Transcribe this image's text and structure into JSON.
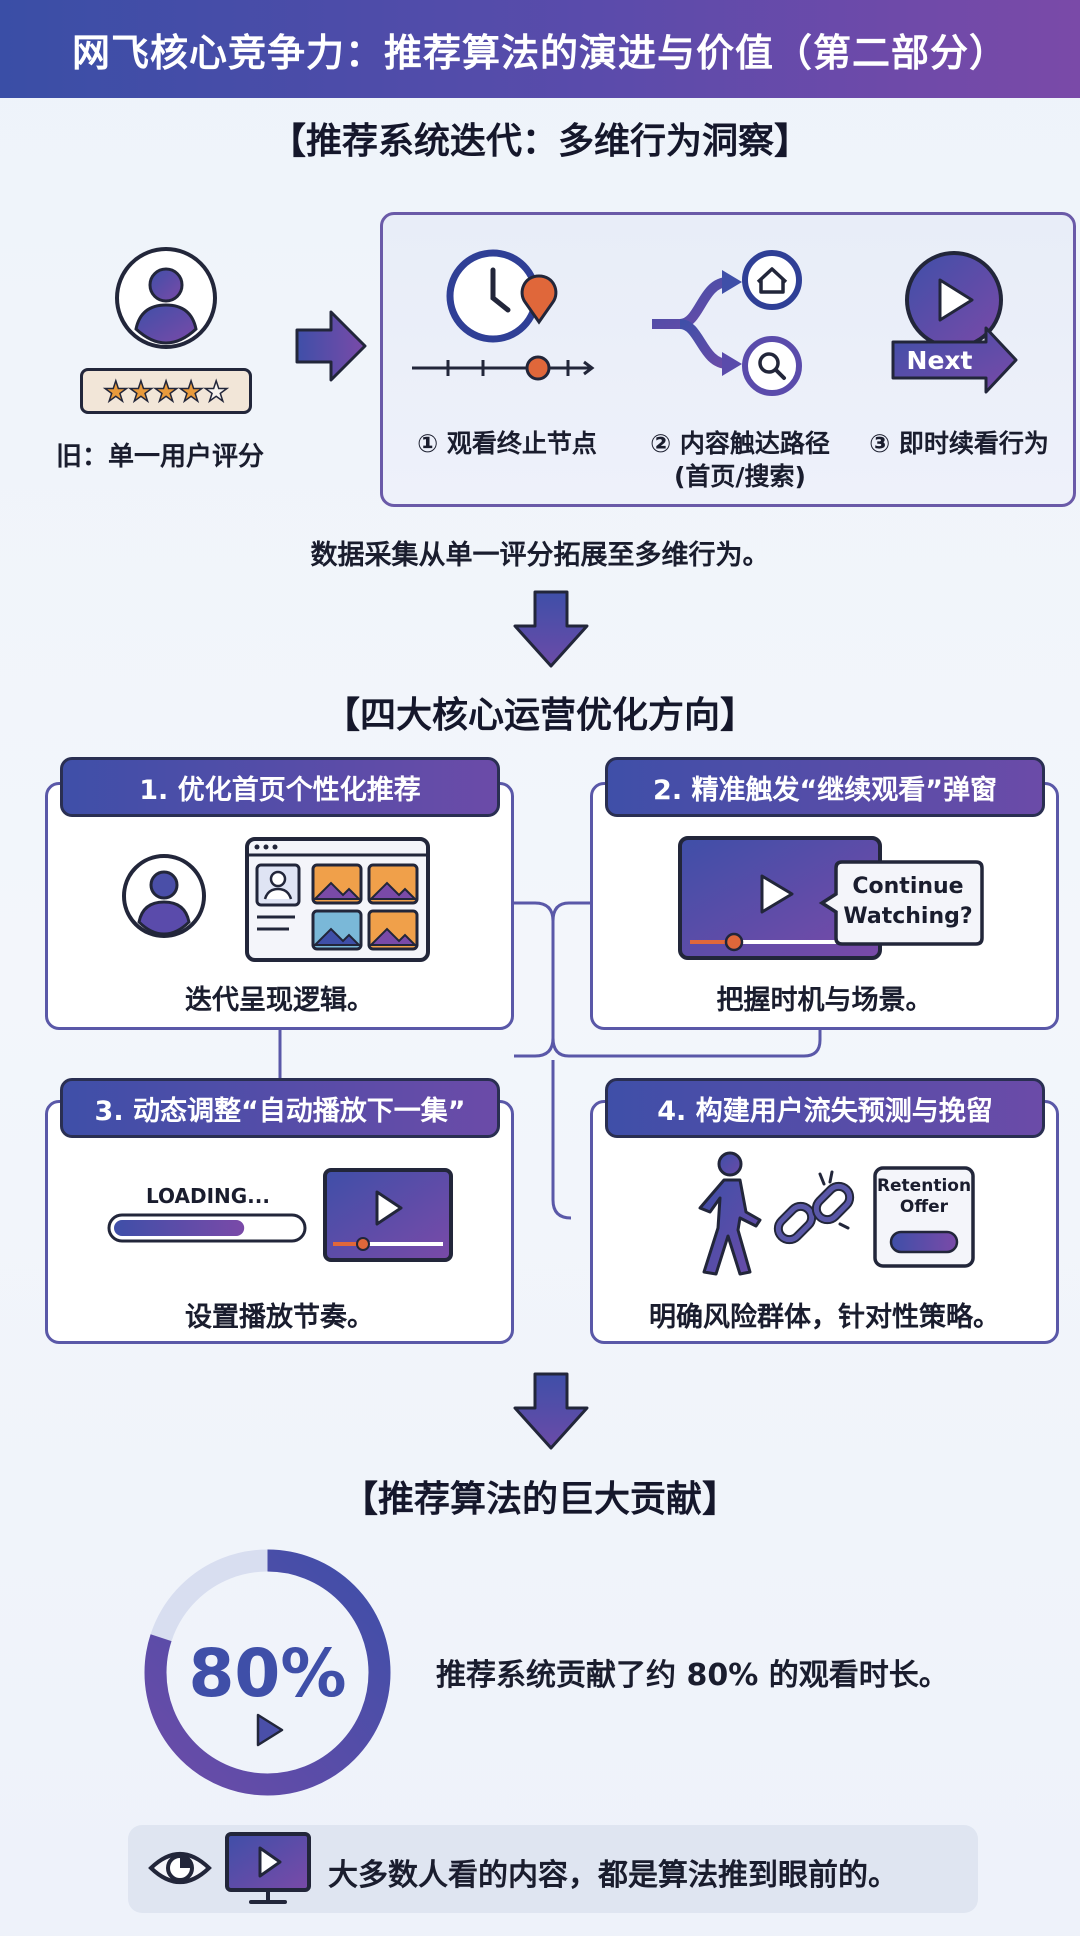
{
  "header": {
    "title": "网飞核心竞争力：推荐算法的演进与价值（第二部分）"
  },
  "section1": {
    "heading": "【推荐系统迭代：多维行为洞察】",
    "old_label": "旧：单一用户评分",
    "rating_stars": 4,
    "rating_max": 5,
    "panels": [
      {
        "label": "① 观看终止节点"
      },
      {
        "label_line1": "② 内容触达路径",
        "label_line2": "(首页/搜索)"
      },
      {
        "label": "③ 即时续看行为",
        "badge": "Next"
      }
    ],
    "caption": "数据采集从单一评分拓展至多维行为。"
  },
  "section2": {
    "heading": "【四大核心运营优化方向】",
    "cards": [
      {
        "title": "1. 优化首页个性化推荐",
        "caption": "迭代呈现逻辑。"
      },
      {
        "title": "2. 精准触发“继续观看”弹窗",
        "caption": "把握时机与场景。",
        "bubble_line1": "Continue",
        "bubble_line2": "Watching?"
      },
      {
        "title": "3. 动态调整“自动播放下一集”",
        "caption": "设置播放节奏。",
        "loading": "LOADING...",
        "loading_progress": 0.7
      },
      {
        "title": "4. 构建用户流失预测与挽留",
        "caption": "明确风险群体，针对性策略。",
        "offer_line1": "Retention",
        "offer_line2": "Offer"
      }
    ]
  },
  "section3": {
    "heading": "【推荐算法的巨大贡献】",
    "stat_value": "80%",
    "stat_fraction": 0.8,
    "stat_text": "推荐系统贡献了约 80% 的观看时长。",
    "footer_text": "大多数人看的内容，都是算法推到眼前的。"
  },
  "colors": {
    "primary": "#3f4fa8",
    "accent": "#7a4aa8",
    "orange": "#e0673a",
    "gold": "#e89a3c"
  }
}
